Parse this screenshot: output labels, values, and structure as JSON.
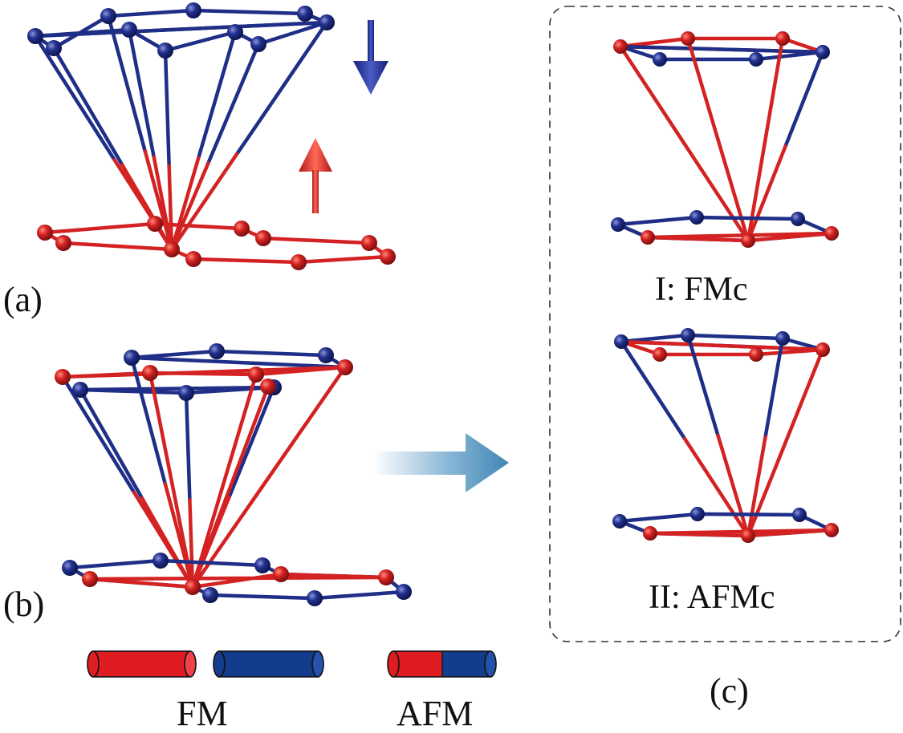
{
  "labels": {
    "panel_a": "(a)",
    "panel_b": "(b)",
    "panel_c": "(c)",
    "config_1": "I: FMc",
    "config_2": "II: AFMc"
  },
  "legend": {
    "fm": "FM",
    "afm": "AFM"
  },
  "colors": {
    "spin_up_red": "#d42222",
    "spin_down_blue": "#1f2e86",
    "transition_arrow": "#3f86b4",
    "panel_border": "#333333"
  },
  "spins": {
    "arrow_down": "spin-down",
    "arrow_up": "spin-up"
  }
}
